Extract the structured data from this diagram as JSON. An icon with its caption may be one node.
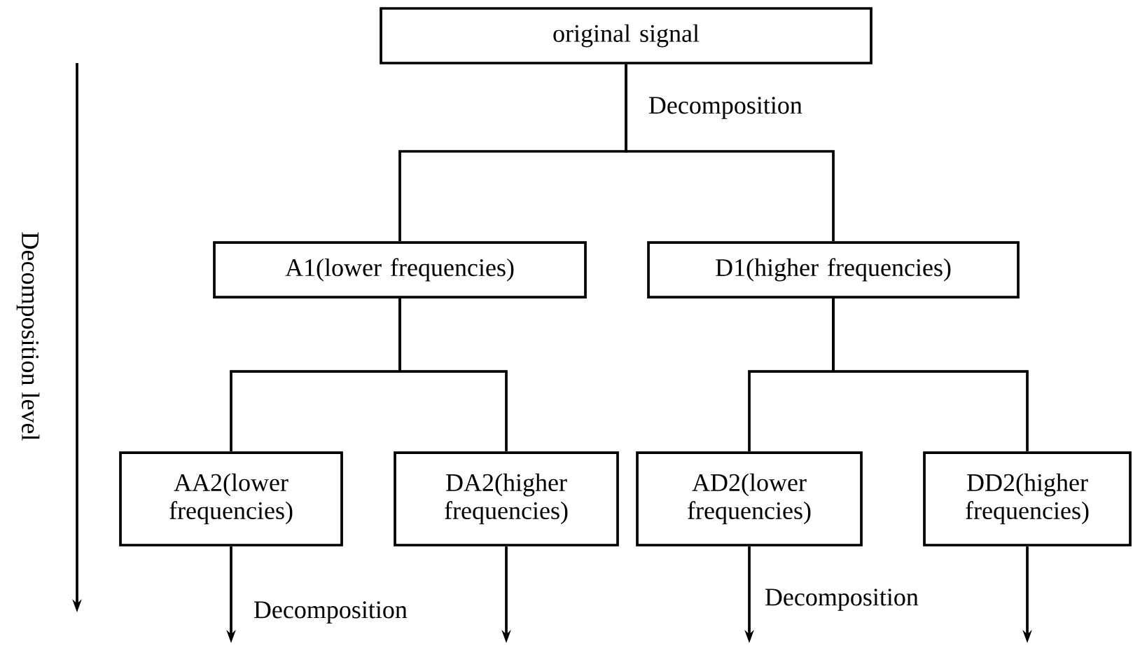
{
  "diagram": {
    "nodes": [
      {
        "text": [
          "original signal"
        ]
      },
      {
        "text": [
          "A1(lower frequencies)"
        ]
      },
      {
        "text": [
          "D1(higher frequencies)"
        ]
      },
      {
        "text": [
          "AA2(lower frequencies)"
        ]
      },
      {
        "text": [
          "DA2(higher frequencies)"
        ]
      },
      {
        "text": [
          "AD2(lower frequencies)"
        ]
      },
      {
        "text": [
          "DD2(higher frequencies)"
        ]
      }
    ],
    "edges": [
      {
        "from": 0,
        "to": 1,
        "arrow": "none"
      },
      {
        "from": 0,
        "to": 2,
        "arrow": "none"
      },
      {
        "from": 1,
        "to": 3,
        "arrow": "none"
      },
      {
        "from": 1,
        "to": 4,
        "arrow": "none"
      },
      {
        "from": 2,
        "to": 5,
        "arrow": "none"
      },
      {
        "from": 2,
        "to": 6,
        "arrow": "none"
      },
      {
        "from": 3,
        "to": null,
        "arrow": "to"
      },
      {
        "from": 4,
        "to": null,
        "arrow": "to"
      },
      {
        "from": 5,
        "to": null,
        "arrow": "to"
      },
      {
        "from": 6,
        "to": null,
        "arrow": "to"
      }
    ],
    "labels": [
      "Decomposition level",
      "Decomposition",
      "Decomposition",
      "Decomposition"
    ]
  }
}
